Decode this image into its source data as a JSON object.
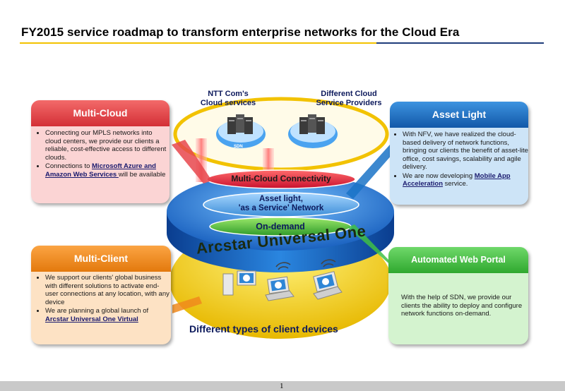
{
  "title": "FY2015 service roadmap to transform enterprise networks for the Cloud Era",
  "page_number": "1",
  "clouds": {
    "ntt_line1": "NTT Com's",
    "ntt_line2": "Cloud services",
    "other_line1": "Different Cloud",
    "other_line2": "Service Providers",
    "sdn_badge": "SDN"
  },
  "layers": {
    "multi_cloud_connectivity": "Multi-Cloud Connectivity",
    "asset_light_line1": "Asset light,",
    "asset_light_line2": "'as a Service' Network",
    "on_demand": "On-demand",
    "brand": "Arcstar Universal One"
  },
  "devices_label": "Different types of client devices",
  "panels": {
    "multi_cloud": {
      "title": "Multi-Cloud",
      "bullet1": "Connecting our MPLS networks into cloud centers, we provide our clients a reliable, cost-effective access to different clouds.",
      "bullet2_prefix": "Connections to ",
      "bullet2_link": "Microsoft Azure and Amazon Web Services ",
      "bullet2_suffix": "will be available"
    },
    "asset_light": {
      "title": "Asset Light",
      "bullet1": "With NFV, we have realized the cloud-based delivery of network functions, bringing our clients the benefit of asset-lite office, cost savings, scalability and agile delivery.",
      "bullet2_prefix": "We are now developing ",
      "bullet2_link": "Mobile App Acceleration",
      "bullet2_suffix": " service."
    },
    "multi_client": {
      "title": "Multi-Client",
      "bullet1": "We support our clients' global business with different solutions to activate end-user connections at any location, with any device",
      "bullet2_prefix": "We are planning a global launch of ",
      "bullet2_link": "Arcstar Universal One Virtual"
    },
    "portal": {
      "title": "Automated Web Portal",
      "text": "With the help of SDN,  we provide our clients the ability to deploy and configure network functions on-demand."
    }
  },
  "colors": {
    "multi_cloud": "#e8474c",
    "asset_light": "#1a73c7",
    "multi_client": "#f08a1c",
    "portal": "#3fbf45",
    "cylinder": "#1f6fc9",
    "yellow": "#f5d000"
  }
}
